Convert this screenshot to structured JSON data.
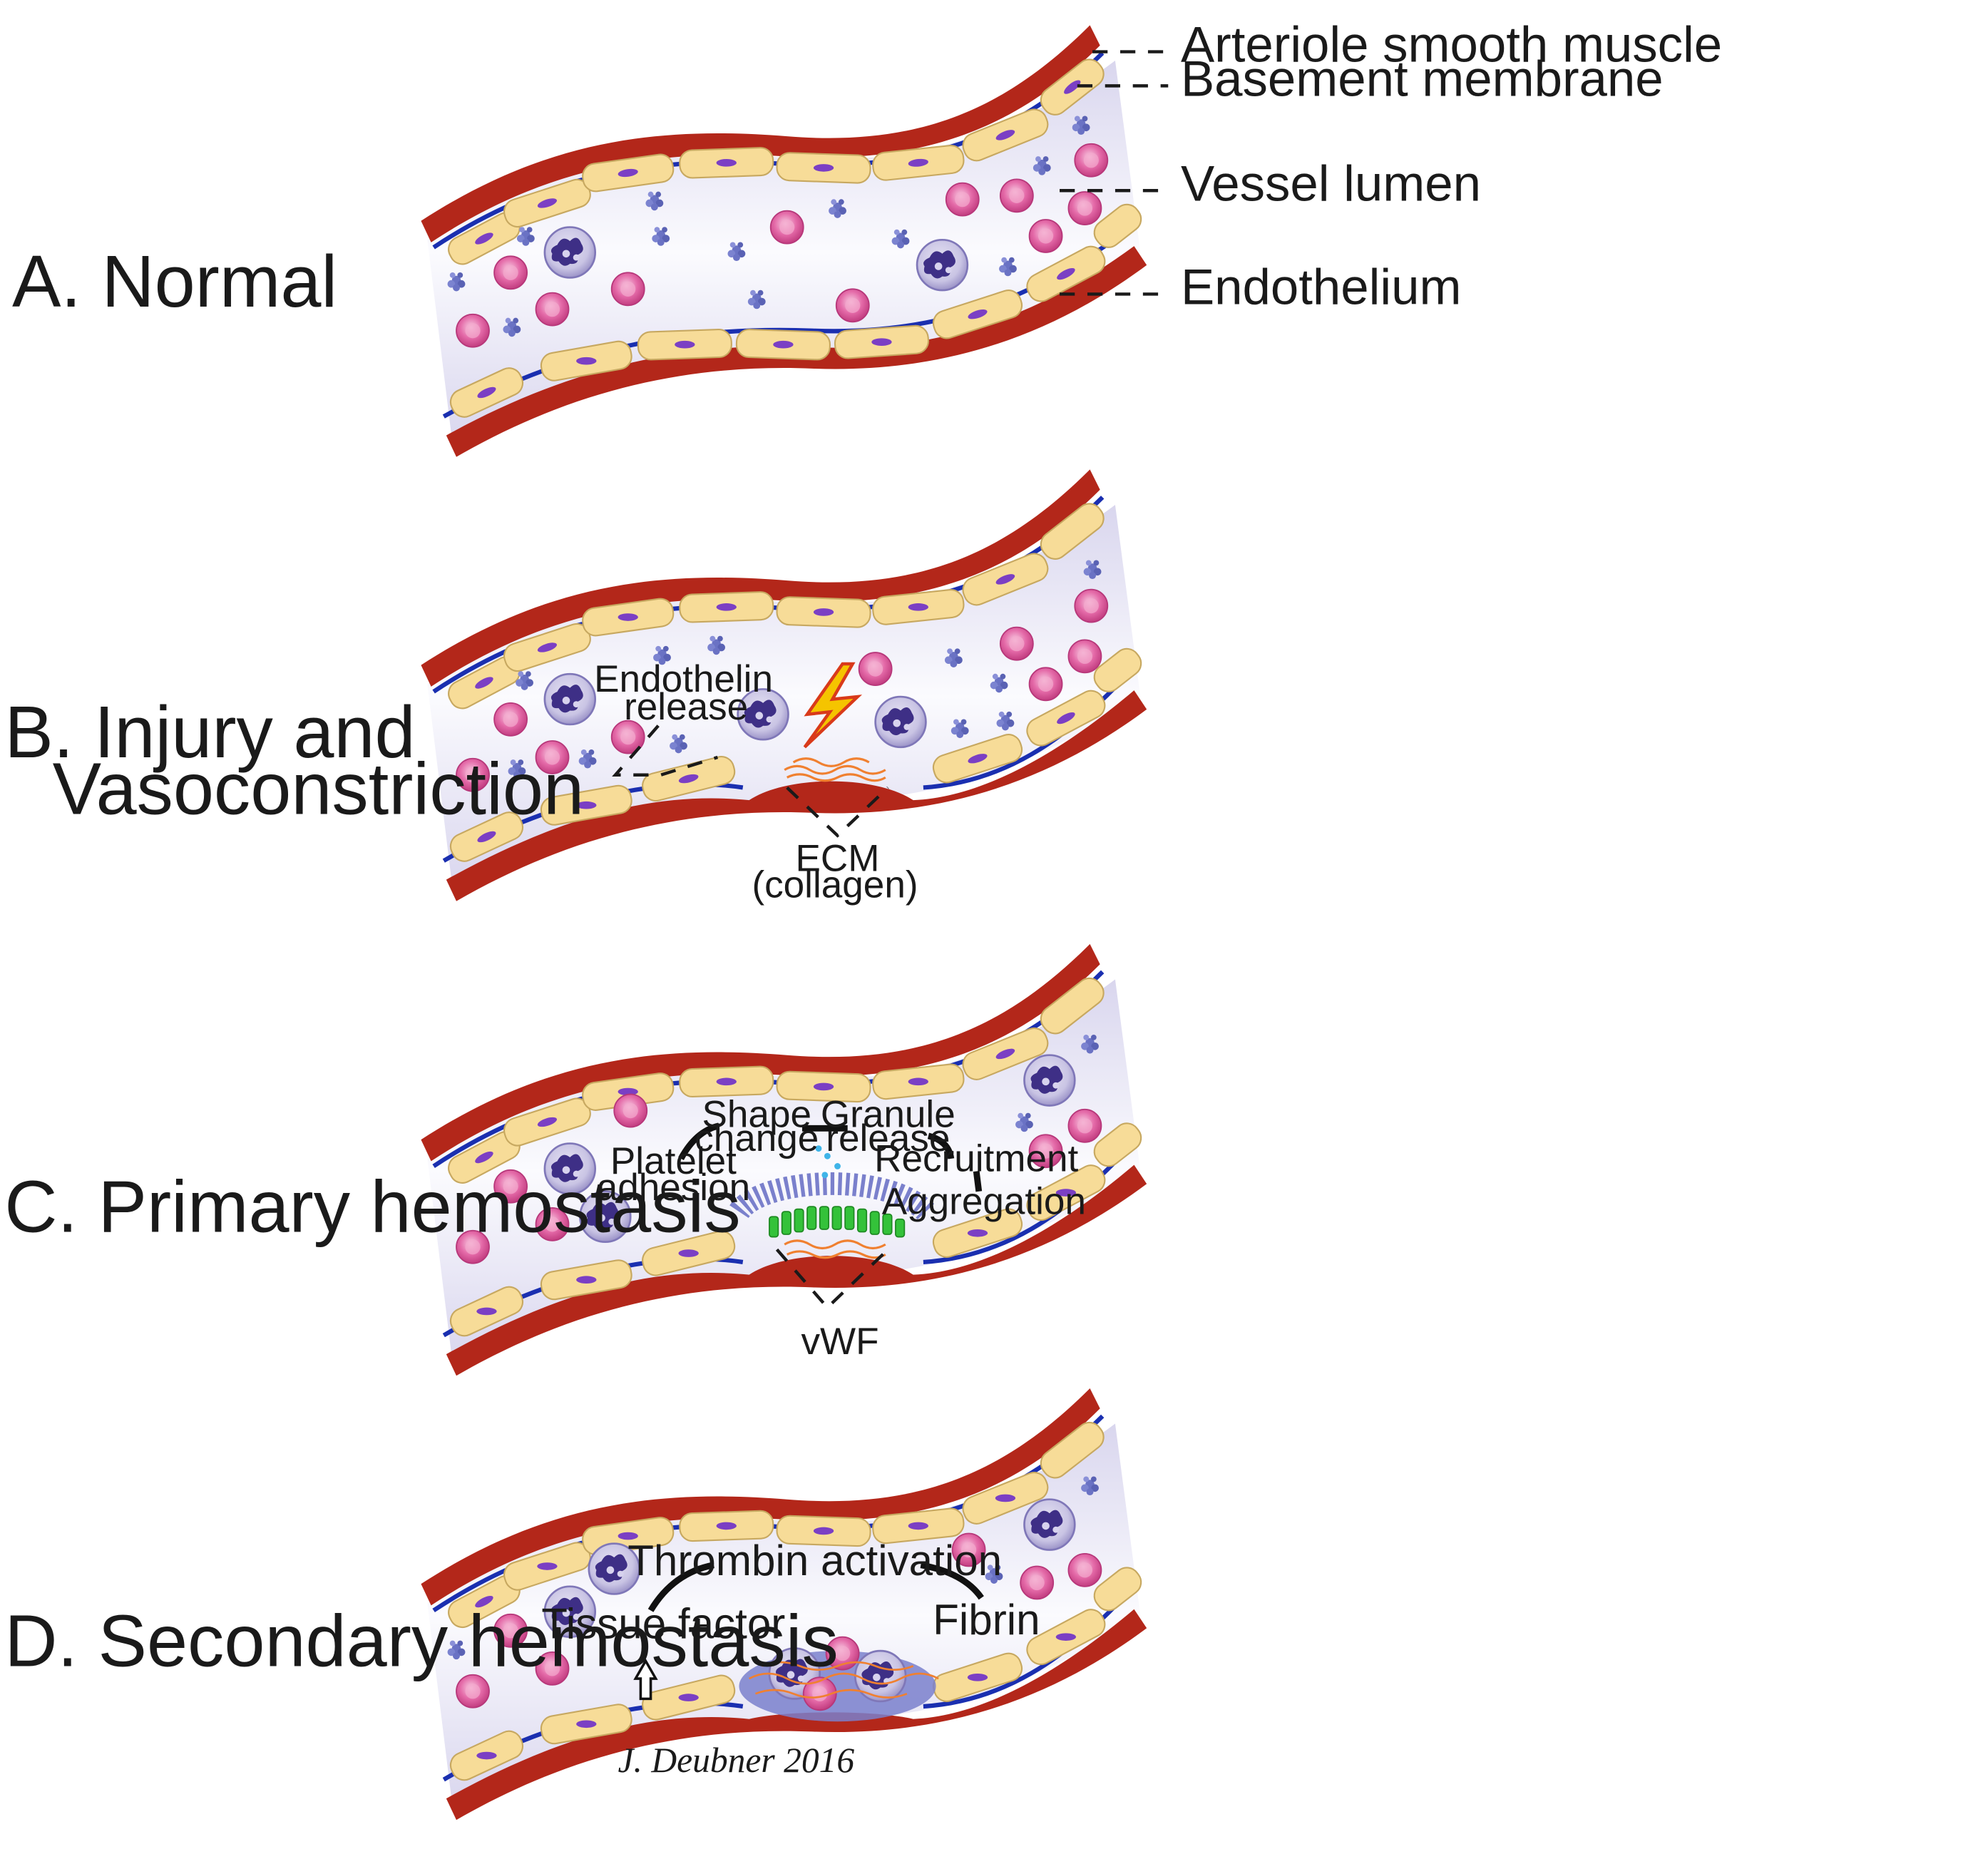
{
  "panels": {
    "a": {
      "label": "A. Normal"
    },
    "b": {
      "label_line1": "B. Injury and",
      "label_line2": "Vasoconstriction"
    },
    "c": {
      "label": "C. Primary hemostasis"
    },
    "d": {
      "label": "D. Secondary hemostasis"
    }
  },
  "callouts": {
    "arteriole_smooth_muscle": "Arteriole smooth muscle",
    "basement_membrane": "Basement membrane",
    "vessel_lumen": "Vessel lumen",
    "endothelium": "Endothelium"
  },
  "injury": {
    "endothelin_line1": "Endothelin",
    "endothelin_line2": "release",
    "ecm_line1": "ECM",
    "ecm_line2": "(collagen)"
  },
  "primary": {
    "platelet_line1": "Platelet",
    "platelet_line2": "adhesion",
    "shape_line1": "Shape",
    "shape_line2": "change",
    "granule_line1": "Granule",
    "granule_line2": "release",
    "recruitment": "Recruitment",
    "aggregation": "Aggregation",
    "vwf": "vWF"
  },
  "secondary": {
    "tissue_factor": "Tissue factor",
    "thrombin_activation": "Thrombin activation",
    "fibrin": "Fibrin"
  },
  "signature": "J. Deubner 2016",
  "colors": {
    "smooth_muscle": "#b3271a",
    "basement_membrane": "#1a2fb0",
    "endothelial_cell": "#f7dc98",
    "endothelial_nucleus": "#7b3fc4",
    "lumen": "#ecebf6",
    "red_cell": "#e46aa8",
    "white_cell": "#4a3f8f",
    "platelet": "#6a72c4",
    "collagen": "#f08030",
    "vwf": "#34c23a",
    "lightning": "#f5c400"
  }
}
